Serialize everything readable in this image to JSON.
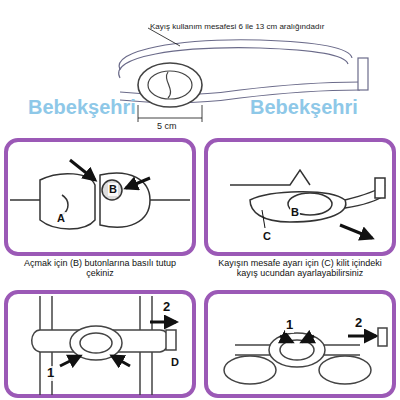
{
  "diagram": {
    "labels": [
      "Kayış kullanım mesafesi 6 ile 13 cm aralığındadır",
      "5 cm",
      "Bebekşehri",
      "Bebekşehri",
      "A",
      "B",
      "Açmak için (B) butonlarına basılı tutup çekiniz",
      "B",
      "C",
      "Kayışın mesafe ayarı için (C) kilit içindeki kayış ucundan ayarlayabilirsiniz",
      "2",
      "1",
      "D",
      "1",
      "2"
    ]
  }
}
